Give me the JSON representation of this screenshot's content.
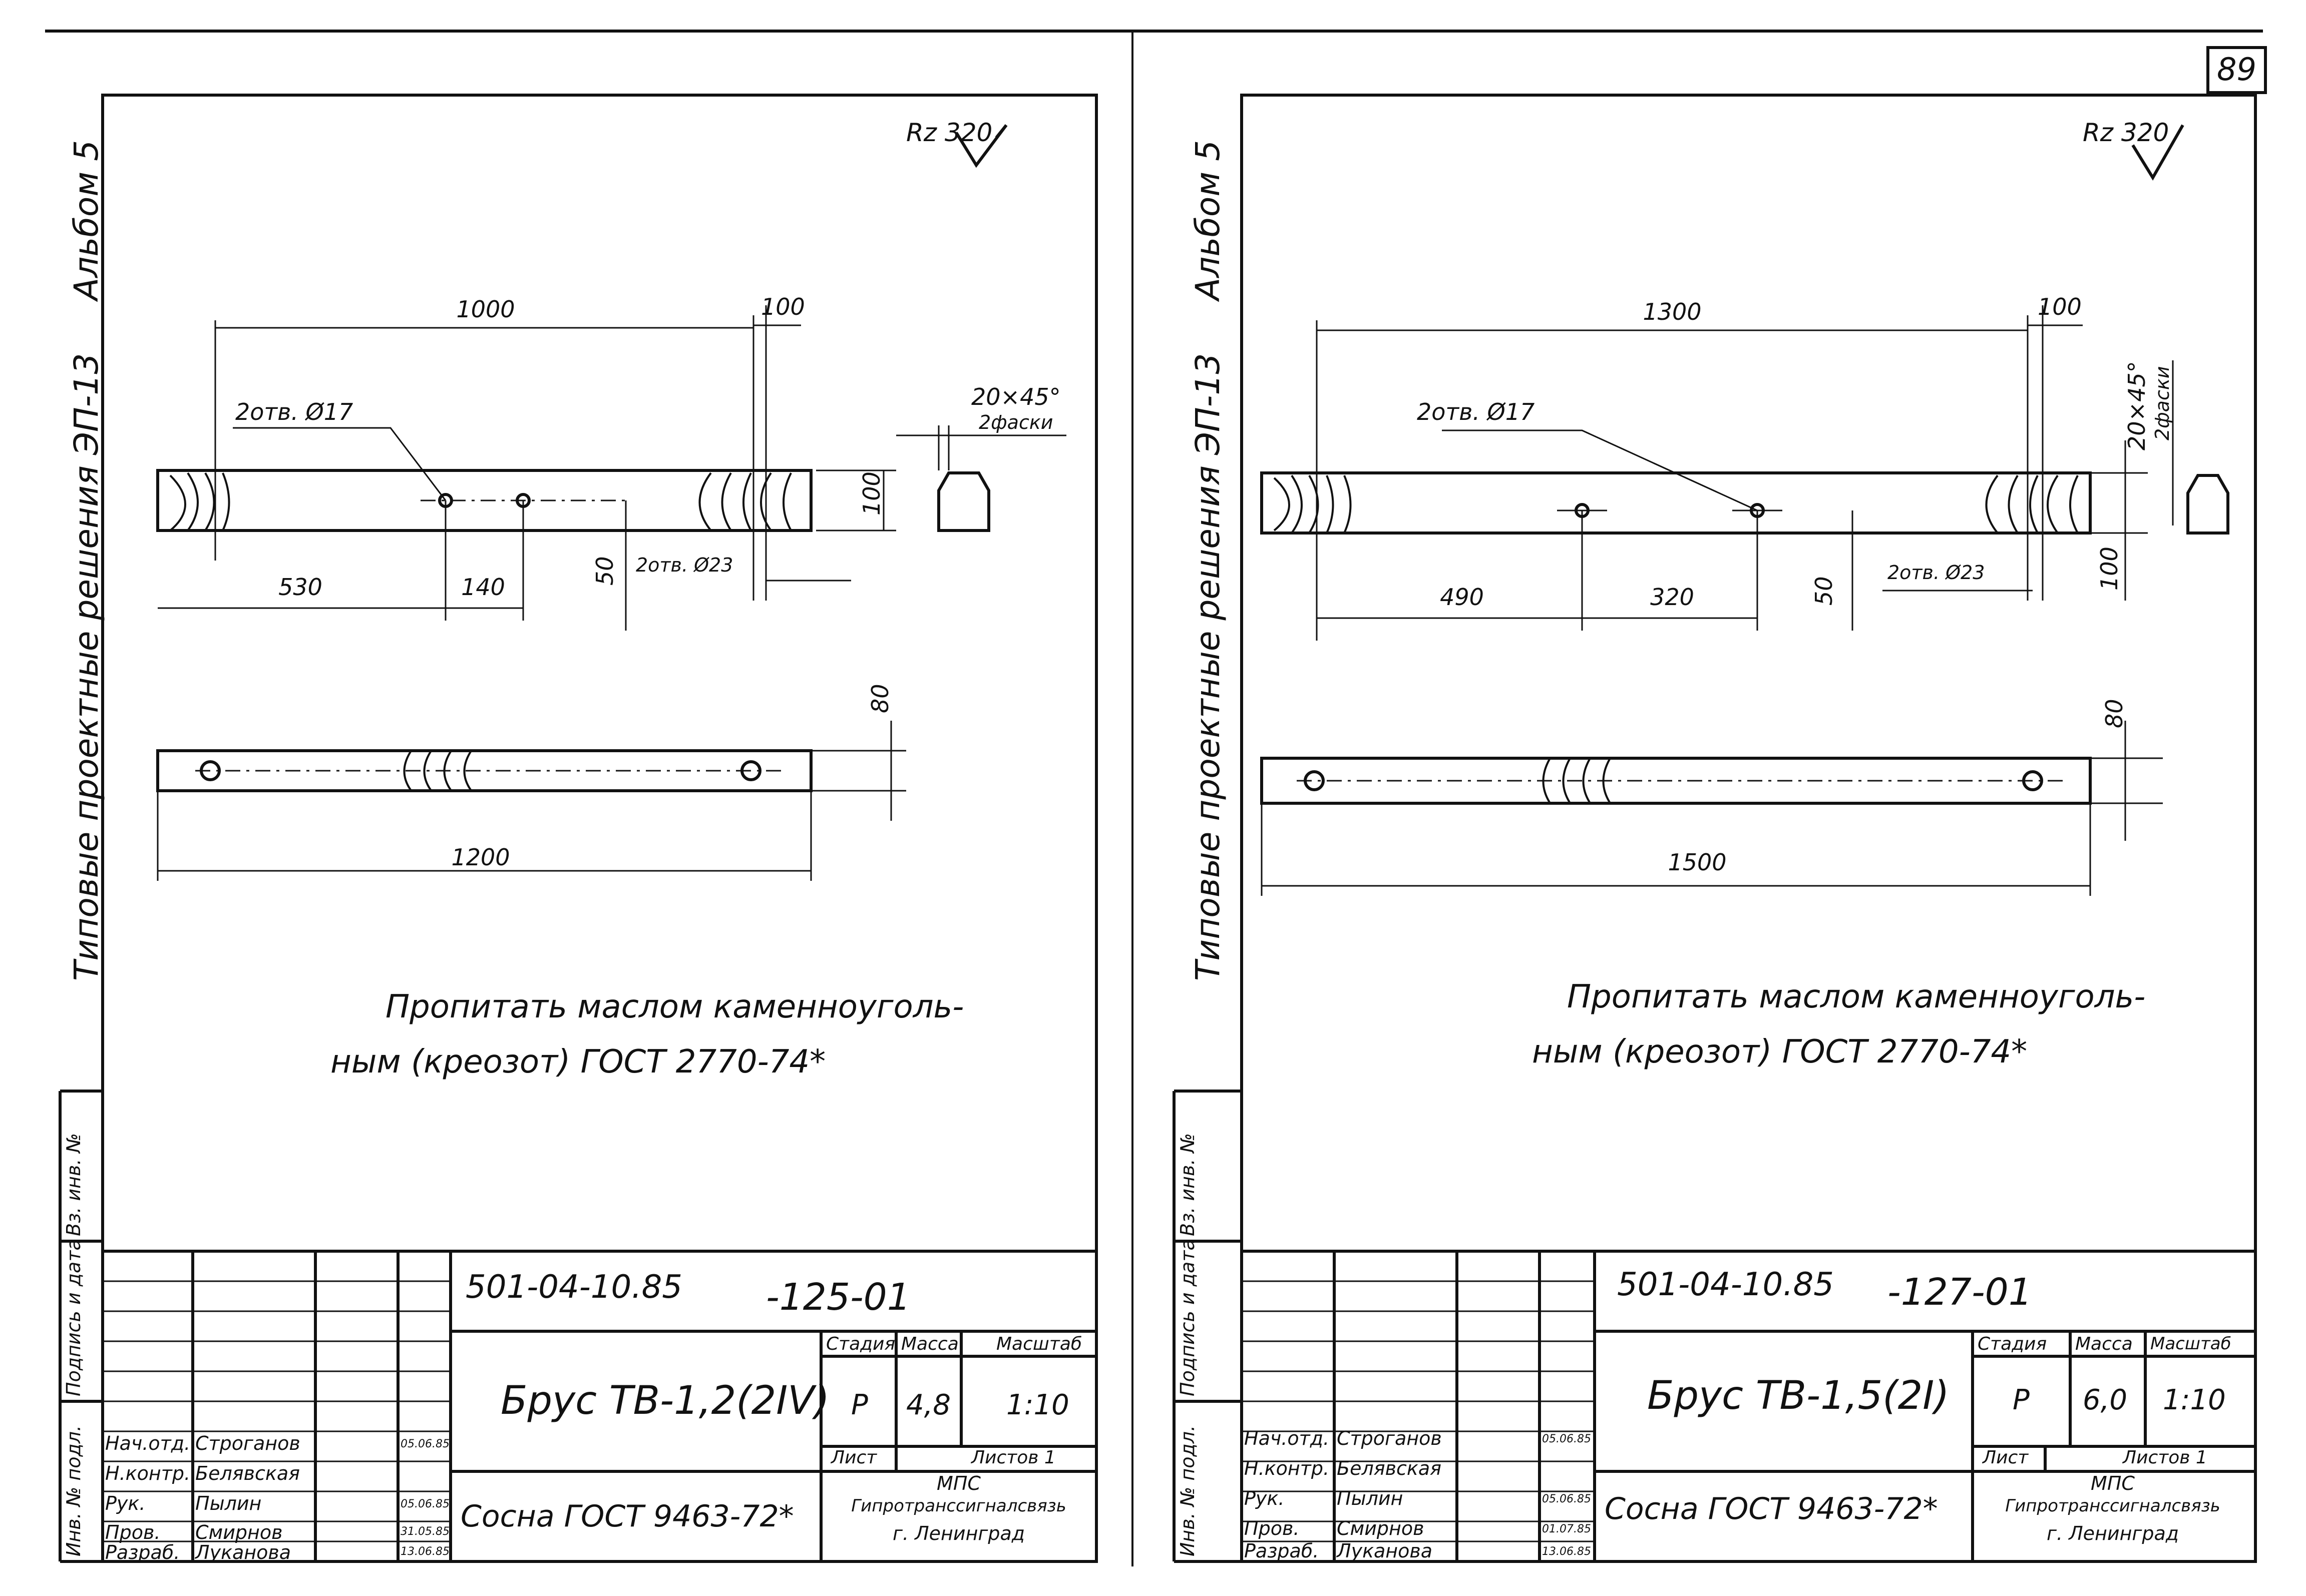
{
  "page_number": "89",
  "album": {
    "label": "Альбом 5",
    "series_title": "Типовые проектные решения ЭП-13"
  },
  "sheets": [
    {
      "roughness": "Rz 320",
      "dims": {
        "total_top": "1000",
        "offset": "100",
        "left_len": "530",
        "hole_spacing": "140",
        "height": "100",
        "vert_offset": "50",
        "side_height": "80",
        "full_len": "1200"
      },
      "callouts": {
        "hole_small": "2отв. Ø17",
        "hole_large": "2отв. Ø23",
        "chamfer": "20×45°",
        "chamfer_note": "2фаски"
      },
      "note_line1": "Пропитать маслом каменноуголь-",
      "note_line2": "ным (креозот) ГОСТ 2770-74*",
      "doc_code": "501-04-10.85",
      "doc_suffix": "-125-01",
      "part_name": "Брус ТВ-1,2(2IV)",
      "material": "Сосна ГОСТ 9463-72*",
      "stage_label": "Стадия",
      "mass_label": "Масса",
      "scale_label": "Масштаб",
      "stage": "Р",
      "mass": "4,8",
      "scale": "1:10",
      "sheet_label": "Лист",
      "sheets_label": "Листов 1",
      "org1": "МПС",
      "org2": "Гипротрансcигналсвязь",
      "org3": "г. Ленинград",
      "roles": [
        "Нач.отд.",
        "Н.контр.",
        "Рук.",
        "Пров.",
        "Разраб."
      ],
      "names": [
        "Строганов",
        "Белявская",
        "Пылин",
        "Смирнов",
        "Луканова"
      ],
      "dates": [
        "05.06.85",
        "",
        "05.06.85",
        "31.05.85",
        "13.06.85"
      ],
      "side_stamps": [
        "Инв. № подл.",
        "Подпись и дата",
        "Вз. инв. №"
      ]
    },
    {
      "roughness": "Rz 320",
      "dims": {
        "total_top": "1300",
        "offset": "100",
        "left_len": "490",
        "hole_spacing": "320",
        "height": "100",
        "vert_offset": "50",
        "side_height": "80",
        "full_len": "1500"
      },
      "callouts": {
        "hole_small": "2отв. Ø17",
        "hole_large": "2отв. Ø23",
        "chamfer": "20×45°",
        "chamfer_note": "2фаски"
      },
      "note_line1": "Пропитать маслом каменноуголь-",
      "note_line2": "ным (креозот) ГОСТ 2770-74*",
      "doc_code": "501-04-10.85",
      "doc_suffix": "-127-01",
      "part_name": "Брус ТВ-1,5(2I)",
      "material": "Сосна ГОСТ 9463-72*",
      "stage_label": "Стадия",
      "mass_label": "Масса",
      "scale_label": "Масштаб",
      "stage": "Р",
      "mass": "6,0",
      "scale": "1:10",
      "sheet_label": "Лист",
      "sheets_label": "Листов 1",
      "org1": "МПС",
      "org2": "Гипротрансcигналсвязь",
      "org3": "г. Ленинград",
      "roles": [
        "Нач.отд.",
        "Н.контр.",
        "Рук.",
        "Пров.",
        "Разраб."
      ],
      "names": [
        "Строганов",
        "Белявская",
        "Пылин",
        "Смирнов",
        "Луканова"
      ],
      "dates": [
        "05.06.85",
        "",
        "05.06.85",
        "01.07.85",
        "13.06.85"
      ],
      "side_stamps": [
        "Инв. № подл.",
        "Подпись и дата",
        "Вз. инв. №"
      ]
    }
  ]
}
